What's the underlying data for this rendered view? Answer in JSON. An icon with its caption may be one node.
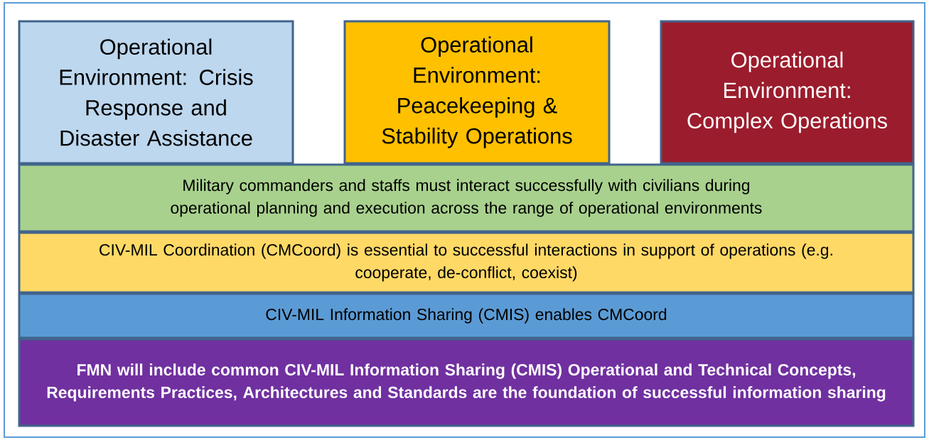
{
  "diagram": {
    "nodes": [
      {
        "text": [
          "Operational Environment: Crisis Response and Disaster Assistance"
        ]
      },
      {
        "text": [
          "Operational Environment: Peacekeeping & Stability Operations"
        ]
      },
      {
        "text": [
          "Operational Environment: Complex Operations"
        ]
      },
      {
        "text": [
          "Military commanders and staffs must interact successfully with civilians during operational planning and execution across the range of operational environments"
        ]
      },
      {
        "text": [
          "CIV-MIL Coordination (CMCoord) is essential to successful interactions in support of operations (e.g. cooperate, de-conflict, coexist)"
        ]
      },
      {
        "text": [
          "CIV-MIL Information Sharing (CMIS) enables CMCoord"
        ]
      },
      {
        "text": [
          "FMN will include common CIV-MIL Information Sharing (CMIS) Operational and Technical Concepts, Requirements Practices, Architectures and Standards are the foundation of successful information sharing"
        ]
      }
    ]
  }
}
